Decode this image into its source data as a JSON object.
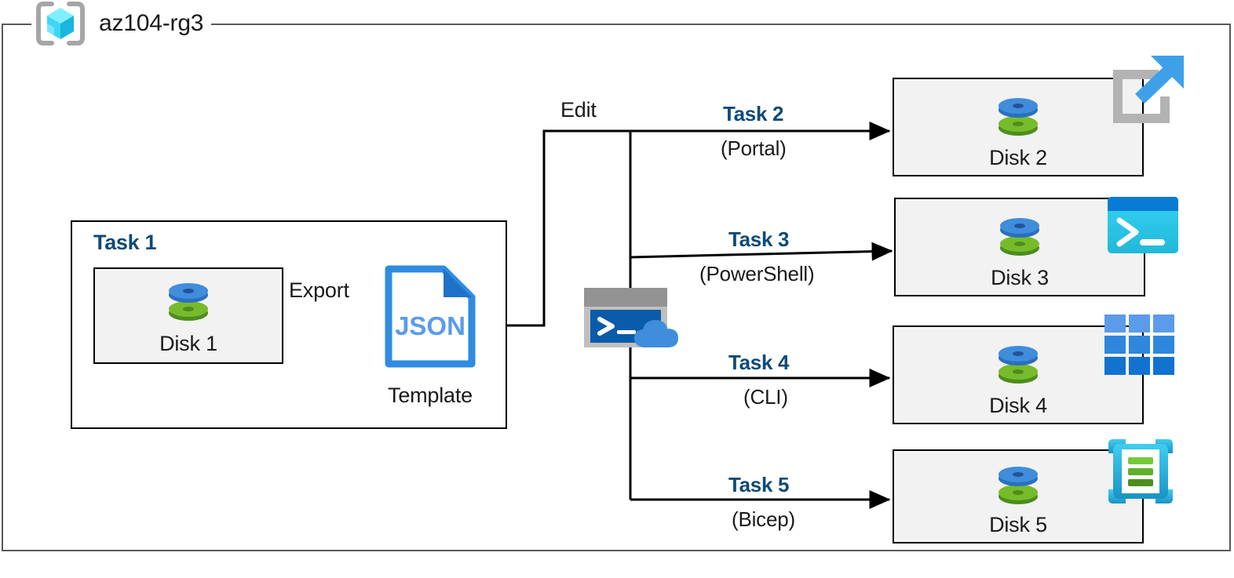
{
  "resource_group": {
    "name": "az104-rg3",
    "icon": "azure-resource-group-icon"
  },
  "task1": {
    "label": "Task 1",
    "disk": {
      "caption": "Disk 1",
      "icon": "disk-icon"
    },
    "export_label": "Export",
    "template": {
      "file_type": "JSON",
      "caption": "Template",
      "icon": "json-file-icon"
    }
  },
  "cloudshell": {
    "icon": "cloud-shell-icon"
  },
  "edit_label": "Edit",
  "tasks": [
    {
      "title": "Task 2",
      "method": "(Portal)",
      "disk": "Disk 2",
      "badge_icon": "azure-portal-icon"
    },
    {
      "title": "Task 3",
      "method": "(PowerShell)",
      "disk": "Disk 3",
      "badge_icon": "powershell-icon"
    },
    {
      "title": "Task 4",
      "method": "(CLI)",
      "disk": "Disk 4",
      "badge_icon": "azure-cli-icon"
    },
    {
      "title": "Task 5",
      "method": "(Bicep)",
      "disk": "Disk 5",
      "badge_icon": "bicep-template-icon"
    }
  ],
  "colors": {
    "frame_gray": "#595959",
    "task_blue": "#0e4a78",
    "box_fill": "#f2f2f2",
    "disk_blue": "#3f88d8",
    "disk_green": "#6cb02c",
    "json_blue": "#2f8ce0",
    "cyan": "#32c8f0",
    "portal_gray": "#b3b3b3",
    "portal_arrow": "#3fa0ea"
  }
}
